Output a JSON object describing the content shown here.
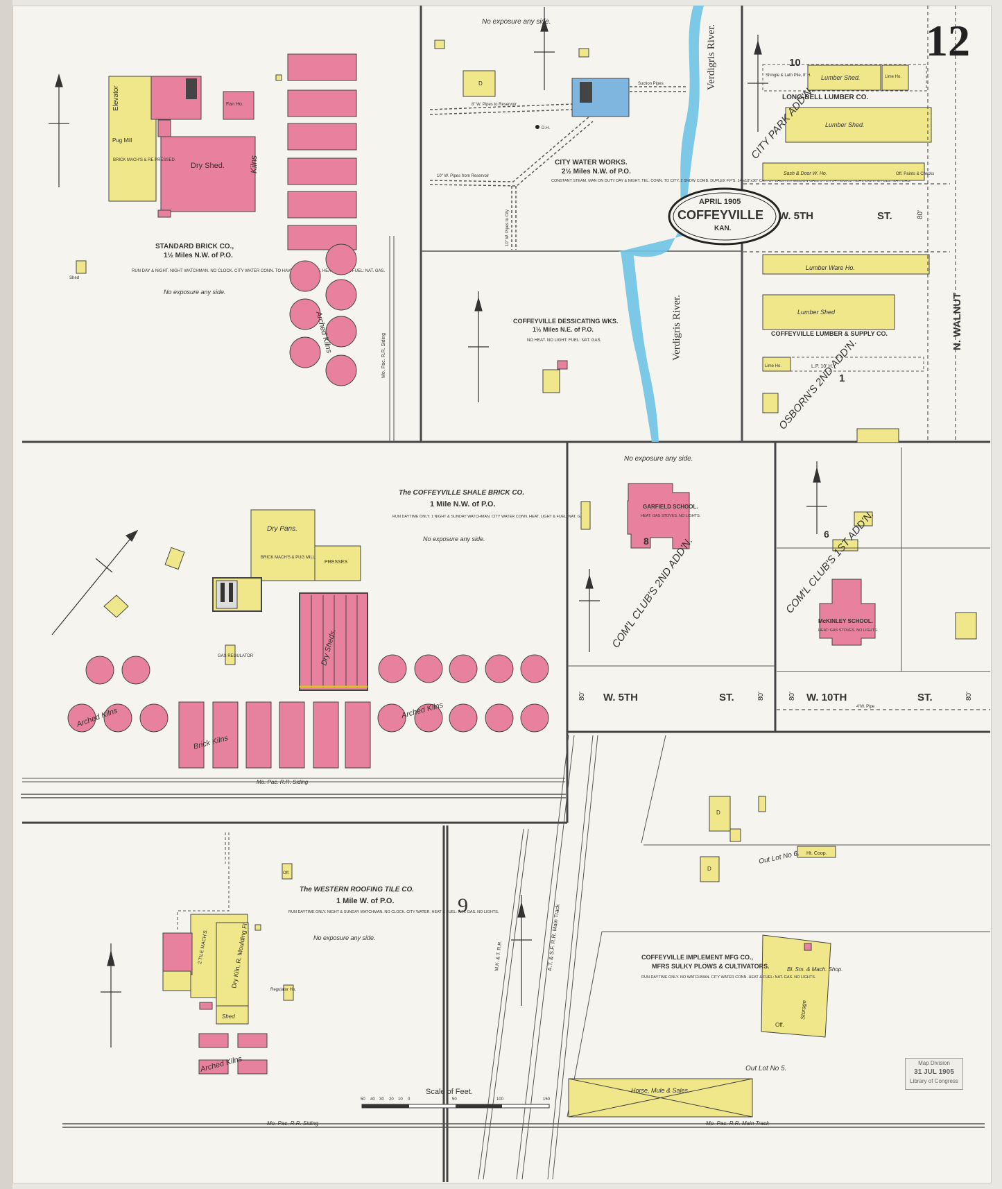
{
  "sheet_number": "12",
  "title_cartouche": {
    "date": "APRIL 1905",
    "city": "COFFEYVILLE",
    "state": "KAN."
  },
  "colors": {
    "brick": "#e8819e",
    "frame": "#f0e68a",
    "stone": "#7fb6e0",
    "river": "#6ec3e6",
    "paper": "#f6f4ef",
    "ink": "#333333"
  },
  "streets": {
    "w5th_top": "W. 5TH",
    "st_top": "ST.",
    "width_80": "80'",
    "n_walnut": "N. WALNUT",
    "w5th_mid": "W. 5TH",
    "st_mid": "ST.",
    "w10th": "W. 10TH",
    "st_w10": "ST.",
    "pipe_4": "4\"W. Pipe"
  },
  "rivers": {
    "verdigris_top": "Verdigris River.",
    "verdigris_mid": "Verdigris River."
  },
  "blocks": {
    "b10": "10",
    "b1": "1",
    "b8": "8",
    "b6": "6",
    "b9": "9",
    "city_park": "CITY PARK ADD'N.",
    "osborns": "OSBORN'S 2ND ADD'N.",
    "coml_club_2nd": "COM'L CLUB'S 2ND ADD'N.",
    "coml_club_1st": "COM'L CLUB'S 1ST ADD'N.",
    "out_lot_6": "Out Lot No 6.",
    "out_lot_5": "Out Lot No 5."
  },
  "standard_brick": {
    "name": "STANDARD BRICK CO.,",
    "distance": "1½ Miles N.W. of P.O.",
    "notes": "RUN DAY & NIGHT. NIGHT WATCHMAN. NO CLOCK. CITY WATER CONN. TO HAVE 100'-1\" HOSE. HEAT, LIGHT & FUEL: NAT. GAS.",
    "exposure": "No exposure any side.",
    "elevator": "Elevator",
    "pug_mill": "Pug Mill",
    "brick_machs": "BRICK MACH'S & RE PRESSED.",
    "dry_shed": "Dry Shed.",
    "fan_ho": "Fan Ho.",
    "kilns": "Kilns",
    "arched_kilns": "Arched Kilns",
    "shed": "Shed",
    "siding": "Mo. Pac. R.R. Siding"
  },
  "water_works": {
    "name": "CITY WATER WORKS.",
    "distance": "2½ Miles N.W. of P.O.",
    "notes": "CONSTANT STEAM. MAN ON DUTY DAY & NIGHT. TEL. CONN. TO CITY. 2 SNOW COMB. DUPLEX F.P'S. 14\"x18\"x36\" CAP. OF EACH 1½ MILLION GALL'S PER 24 HOURS. HEAT, LIGHT & FUEL: NAT. GAS.",
    "exposure": "No exposure any side.",
    "pipes_res": "8\" W. Pipes to Reservoir",
    "pipes_from": "10\" W. Pipes from Reservoir",
    "pipes_city": "10\" W. Pipes to City",
    "suction": "Suction Pipes",
    "d": "D"
  },
  "dessicating": {
    "name": "COFFEYVILLE DESSICATING WKS.",
    "distance": "1½ Miles N.E. of P.O.",
    "notes": "NO HEAT. NO LIGHT. FUEL: NAT. GAS."
  },
  "lumber": {
    "long_bell": "LONG-BELL LUMBER CO.",
    "lumber_shed": "Lumber Shed.",
    "lime_ho": "Lime Ho.",
    "shingle": "Shingle & Lath Pile, 8' H.",
    "sash_door": "Sash & Door W. Ho.",
    "off_paints": "Off. Paints & Checks",
    "coffeyville_lumber": "COFFEYVILLE LUMBER & SUPPLY CO.",
    "lumber_ware": "Lumber Ware Ho.",
    "lumber_shed_2": "Lumber Shed",
    "lp": "L.P. 10' H."
  },
  "shale_brick": {
    "name": "The COFFEYVILLE SHALE BRICK CO.",
    "distance": "1 Mile N.W. of P.O.",
    "notes": "RUN DAYTIME ONLY. 1 NIGHT & SUNDAY WATCHMAN. CITY WATER CONN. HEAT, LIGHT & FUEL: NAT. GAS.",
    "exposure": "No exposure any side.",
    "dry_pans": "Dry Pans.",
    "brick_machs": "BRICK MACH'S & PUG MILL.",
    "presses": "PRESSES",
    "dry_sheds": "Dry Sheds.",
    "arched_kilns": "Arched Kilns",
    "brick_kilns": "Brick Kilns",
    "gas_reg": "GAS REGULATOR",
    "siding": "Mo. Pac. R.R. Siding"
  },
  "schools": {
    "garfield": "GARFIELD SCHOOL.",
    "garfield_notes": "HEAT: GAS STOVES. NO LIGHTS.",
    "mckinley": "McKINLEY SCHOOL.",
    "mckinley_notes": "HEAT: GAS STOVES. NO LIGHTS.",
    "exposure": "No exposure any side."
  },
  "roofing_tile": {
    "name": "The WESTERN ROOFING TILE CO.",
    "distance": "1 Mile W. of P.O.",
    "notes": "RUN DAYTIME ONLY. NIGHT & SUNDAY WATCHMAN. NO CLOCK. CITY WATER. HEAT & FUEL: NAT. GAS. NO LIGHTS.",
    "exposure": "No exposure any side.",
    "tile_machs": "2 TILE MACH'S.",
    "dry_kiln": "Dry Kiln, R. Moulding Fl.",
    "shed": "Shed",
    "arched_kilns": "Arched Kilns",
    "regulator": "Regulator Ho.",
    "off": "Off."
  },
  "implement": {
    "name": "COFFEYVILLE IMPLEMENT MFG CO.,",
    "product": "MFRS SULKY PLOWS & CULTIVATORS.",
    "notes": "RUN DAYTIME ONLY. NO WATCHMAN. CITY WATER CONN. HEAT & FUEL: NAT. GAS. NO LIGHTS.",
    "blsm": "Bl. Sm. & Mach. Shop.",
    "storage": "Storage",
    "off": "Off."
  },
  "horse_mule": "Horse, Mule & Sales.",
  "railroads": {
    "mkt": "M.K. & T. R.R.",
    "atsf": "A.T. & S.F. R.R. Main Track",
    "mopac_main": "Mo. Pac. R.R. Main Track",
    "mopac_siding": "Mo. Pac. R.R. Siding"
  },
  "scale": {
    "label": "Scale of Feet.",
    "ticks": [
      "50",
      "40",
      "30",
      "20",
      "10",
      "0",
      "50",
      "100",
      "150"
    ]
  },
  "stamp": {
    "line1": "Map Division",
    "line2": "31 JUL 1905",
    "line3": "Library of Congress"
  },
  "misc": {
    "dh": "D.H.",
    "ht_coop": "Ht. Coop.",
    "d": "D"
  }
}
